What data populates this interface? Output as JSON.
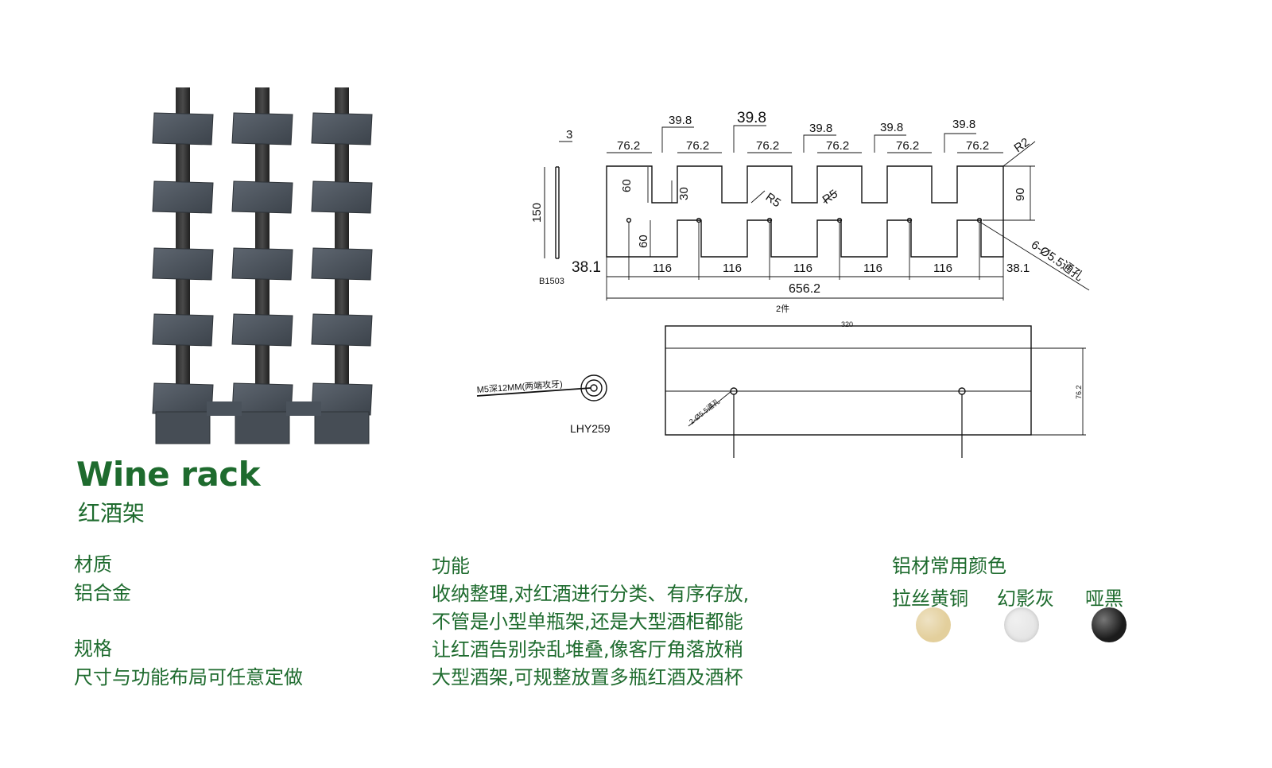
{
  "product": {
    "title_en": "Wine rack",
    "title_cn": "红酒架"
  },
  "spec": {
    "material_label": "材质",
    "material_value": "铝合金",
    "size_label": "规格",
    "size_value": "尺寸与功能布局可任意定做"
  },
  "function": {
    "label": "功能",
    "lines": [
      "收纳整理,对红酒进行分类、有序存放,",
      "不管是小型单瓶架,还是大型酒柜都能",
      "让红酒告别杂乱堆叠,像客厅角落放稍",
      "大型酒架,可规整放置多瓶红酒及酒杯"
    ]
  },
  "colors": {
    "label": "铝材常用颜色",
    "items": [
      {
        "name": "拉丝黄铜",
        "color": "#e3cf9c"
      },
      {
        "name": "幻影灰",
        "color": "#e6e6e6"
      },
      {
        "name": "哑黑",
        "color": "#1c1c1c"
      }
    ]
  },
  "drawing": {
    "dims_top": [
      "39.8",
      "39.8",
      "39.8",
      "39.8",
      "39.8"
    ],
    "dims_76": [
      "76.2",
      "76.2",
      "76.2",
      "76.2",
      "76.2",
      "76.2"
    ],
    "dim_thickness": "3",
    "dim_r2": "R2",
    "dim_60a": "60",
    "dim_30": "30",
    "dim_60b": "60",
    "dim_r5a": "R5",
    "dim_r5b": "R5",
    "dim_90": "90",
    "dim_150": "150",
    "dim_38_left": "38.1",
    "dim_38_right": "38.1",
    "dims_116": [
      "116",
      "116",
      "116",
      "116",
      "116"
    ],
    "dim_total": "656.2",
    "holes": "6-Ø5.5通孔",
    "part_code": "B1503",
    "qty": "2件",
    "dim_320": "320",
    "dim_762": "76.2",
    "holes2": "2-Ø5.5通孔",
    "thread": "M5深12MM(两端攻牙)",
    "part_code2": "LHY259"
  }
}
